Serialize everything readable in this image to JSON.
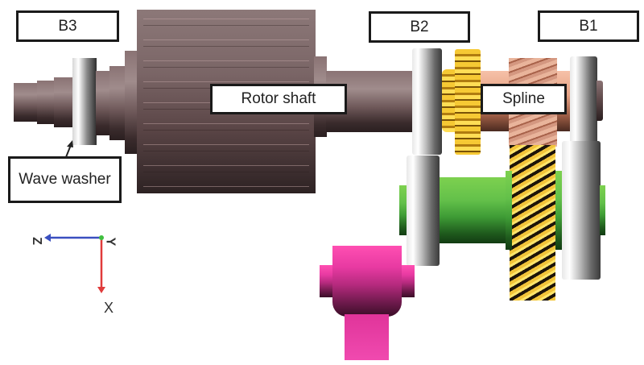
{
  "figure": {
    "type": "mechanical-assembly-diagram",
    "description": "Rotor shaft assembly with bearings, gears and spline"
  },
  "labels": {
    "b3": "B3",
    "b2": "B2",
    "b1": "B1",
    "rotor_shaft": "Rotor shaft",
    "spline": "Spline",
    "wave_washer": "Wave washer"
  },
  "axes": {
    "z": "Z",
    "y": "Y",
    "x": "X",
    "colors": {
      "z": "#3a4fc0",
      "y": "#3fbf3f",
      "x": "#e03b3b"
    }
  },
  "components": {
    "rotor_color": "#6d5758",
    "bearing_color": "#9a9a9a",
    "pinion_color": "#f2c43a",
    "helical_gear_color": "#e6a284",
    "countershaft_color": "#63c04a",
    "output_part_color": "#e83aa2"
  }
}
